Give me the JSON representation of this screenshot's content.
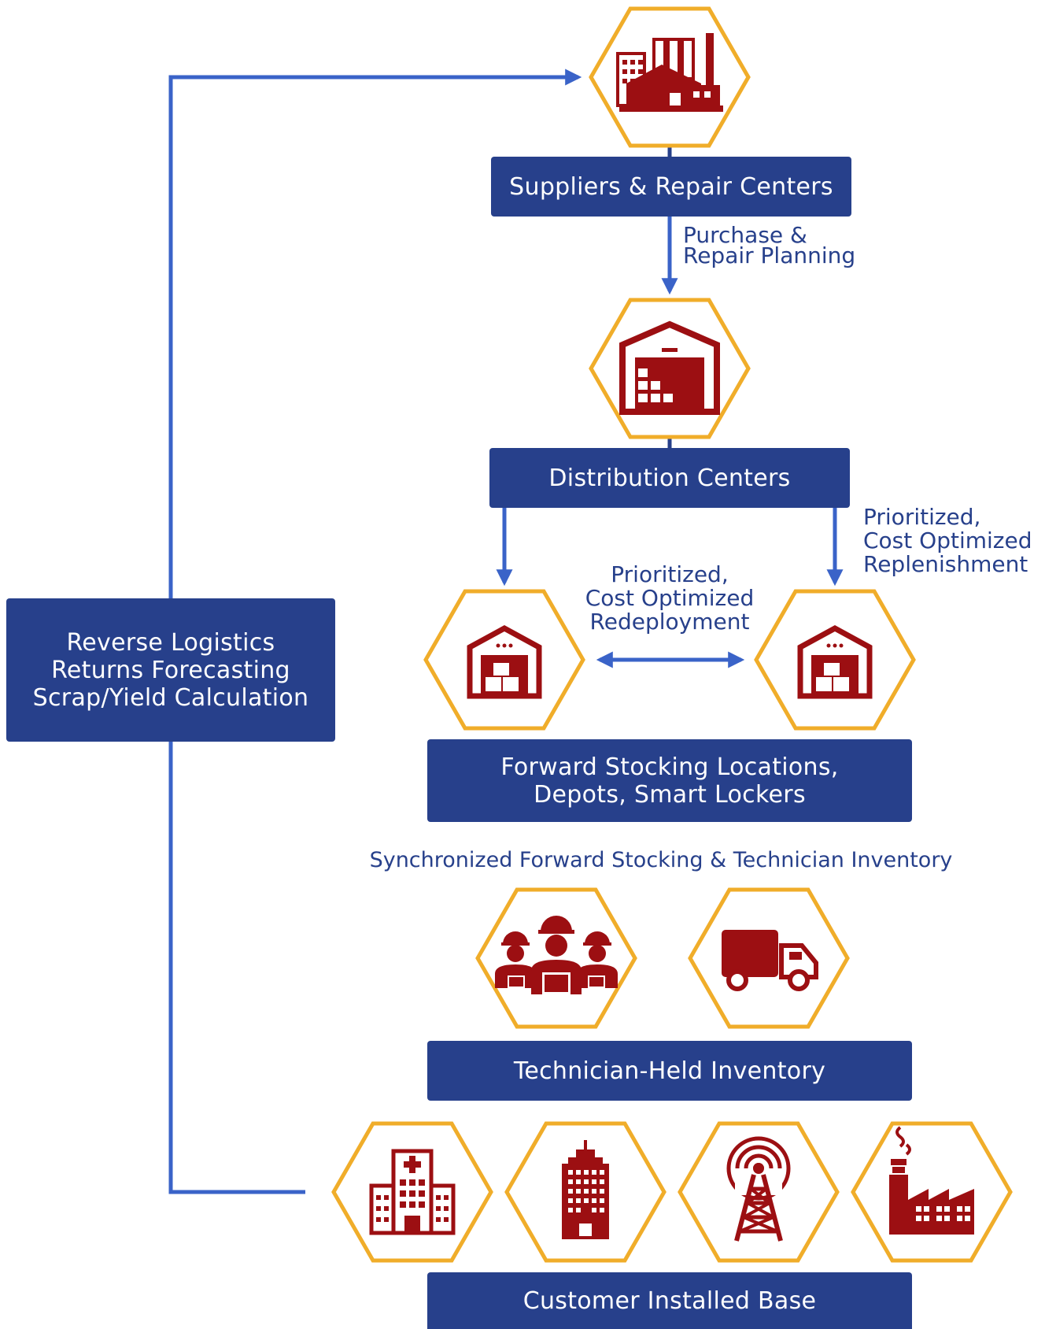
{
  "colors": {
    "box": "#27408b",
    "arrow": "#3a63c8",
    "hex_border": "#f0ad2a",
    "icon": "#9c0f12",
    "label": "#27408b"
  },
  "nodes": {
    "suppliers": {
      "label": "Suppliers & Repair Centers",
      "icon": "factory-icon"
    },
    "distribution": {
      "label": "Distribution Centers",
      "icon": "warehouse-icon"
    },
    "forward_stocking": {
      "lines": [
        "Forward Stocking Locations,",
        "Depots, Smart Lockers"
      ],
      "icons": [
        "small-warehouse-icon",
        "small-warehouse-icon"
      ]
    },
    "technician": {
      "label": "Technician-Held Inventory",
      "icons": [
        "technicians-icon",
        "truck-icon"
      ]
    },
    "customer": {
      "label": "Customer Installed Base",
      "icons": [
        "hospital-icon",
        "office-building-icon",
        "radio-tower-icon",
        "industrial-plant-icon"
      ]
    },
    "reverse": {
      "lines": [
        "Reverse Logistics",
        "Returns Forecasting",
        "Scrap/Yield Calculation"
      ]
    }
  },
  "edge_labels": {
    "purchase": [
      "Purchase &",
      "Repair Planning"
    ],
    "redeployment": [
      "Prioritized,",
      "Cost Optimized",
      "Redeployment"
    ],
    "replenishment": [
      "Prioritized,",
      "Cost Optimized",
      "Replenishment"
    ],
    "synchronized": "Synchronized Forward Stocking & Technician Inventory"
  }
}
